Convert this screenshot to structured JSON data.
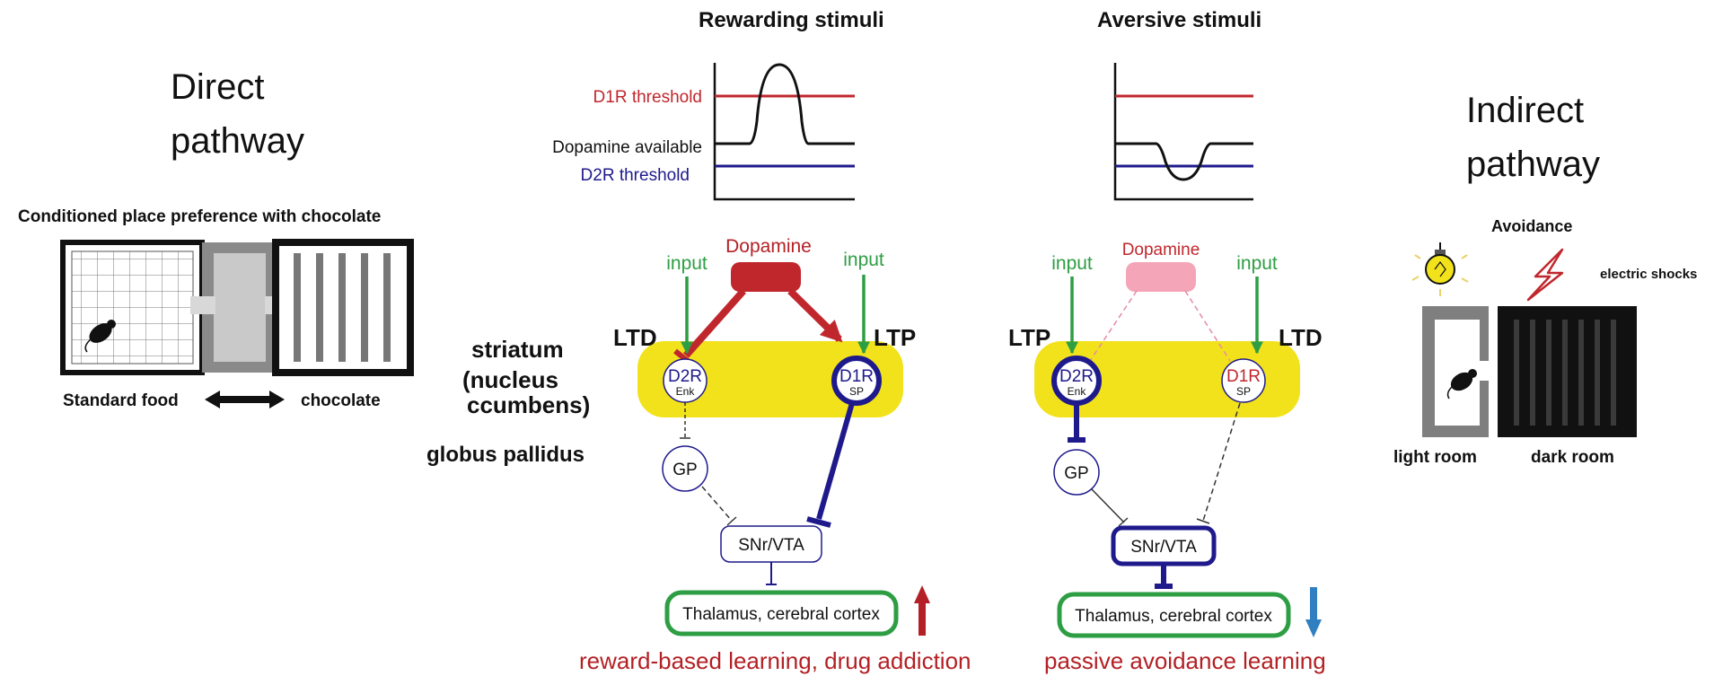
{
  "left_panel": {
    "title_line1": "Direct",
    "title_line2": "pathway",
    "cpp_title": "Conditioned place preference with chocolate",
    "label_standard": "Standard food",
    "label_chocolate": "chocolate"
  },
  "right_panel": {
    "title_line1": "Indirect",
    "title_line2": "pathway",
    "avoidance": "Avoidance",
    "electric_shocks": "electric shocks",
    "light_room": "light room",
    "dark_room": "dark room"
  },
  "graphs": {
    "rewarding_title": "Rewarding stimuli",
    "aversive_title": "Aversive stimuli",
    "d1r_threshold": "D1R threshold",
    "dopamine_available": "Dopamine available",
    "d2r_threshold": "D2R threshold"
  },
  "region_labels": {
    "striatum": "striatum",
    "nucleus": "(nucleus",
    "ccumbens": "ccumbens)",
    "globus_pallidus": "globus pallidus"
  },
  "reward_circuit": {
    "dopamine": "Dopamine",
    "input_left": "input",
    "input_right": "input",
    "ltd": "LTD",
    "ltp": "LTP",
    "d2r": "D2R",
    "enk": "Enk",
    "d1r": "D1R",
    "sp": "SP",
    "gp": "GP",
    "snr_vta": "SNr/VTA",
    "thalamus": "Thalamus, cerebral cortex",
    "outcome": "reward-based learning, drug addiction"
  },
  "aversive_circuit": {
    "dopamine": "Dopamine",
    "input_left": "input",
    "input_right": "input",
    "ltp": "LTP",
    "ltd": "LTD",
    "d2r": "D2R",
    "enk": "Enk",
    "d1r": "D1R",
    "sp": "SP",
    "gp": "GP",
    "snr_vta": "SNr/VTA",
    "thalamus": "Thalamus, cerebral cortex",
    "outcome": "passive avoidance learning"
  },
  "colors": {
    "red": "#c0272d",
    "dark_red": "#b32025",
    "blue": "#1f1a8c",
    "green": "#2e9e44",
    "yellow": "#f2e21b",
    "pink": "#f4a5b8",
    "arrow_blue": "#2f7fc1"
  }
}
